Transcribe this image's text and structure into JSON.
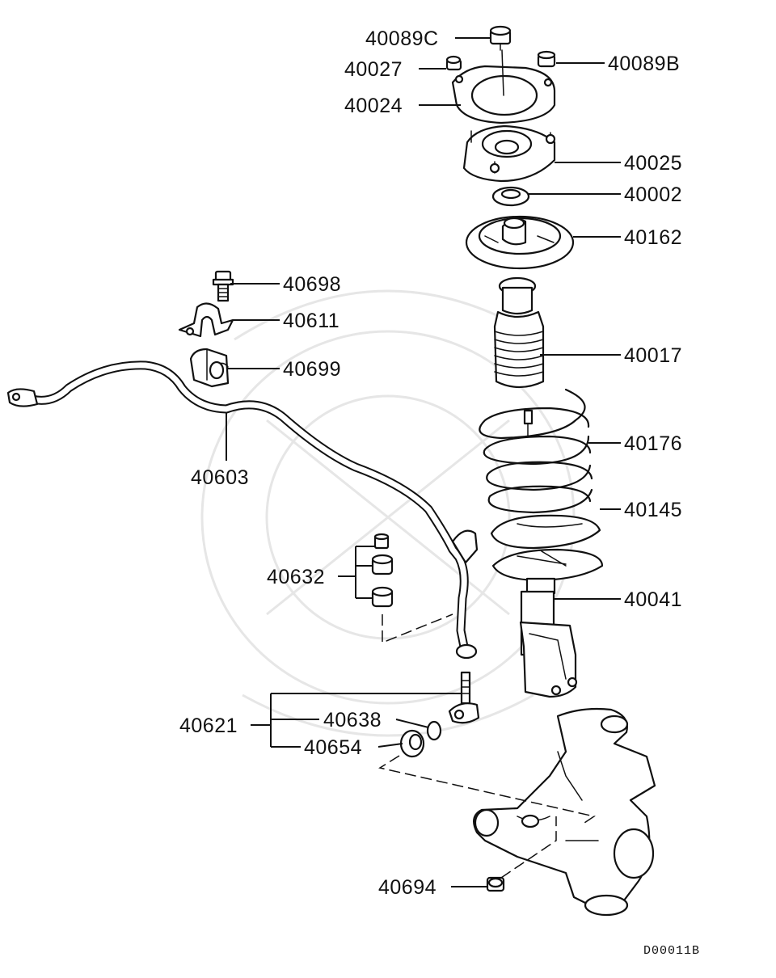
{
  "labels": {
    "p40089C": "40089C",
    "p40027": "40027",
    "p40089B": "40089B",
    "p40024": "40024",
    "p40025": "40025",
    "p40002": "40002",
    "p40162": "40162",
    "p40698": "40698",
    "p40611": "40611",
    "p40699": "40699",
    "p40017": "40017",
    "p40176": "40176",
    "p40603": "40603",
    "p40145": "40145",
    "p40632": "40632",
    "p40041": "40041",
    "p40621": "40621",
    "p40638": "40638",
    "p40654": "40654",
    "p40694": "40694"
  },
  "diagram_code": "D00011B"
}
